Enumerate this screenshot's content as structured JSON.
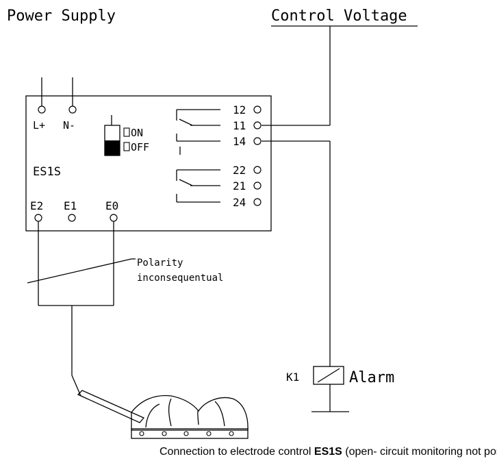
{
  "labels": {
    "power_supply": "Power Supply",
    "control_voltage": "Control Voltage",
    "l_plus": "L+",
    "n_minus": "N-",
    "on": "ON",
    "off": "OFF",
    "device": "ES1S",
    "e2": "E2",
    "e1": "E1",
    "e0": "E0",
    "t12": "12",
    "t11": "11",
    "t14": "14",
    "t22": "22",
    "t21": "21",
    "t24": "24",
    "polarity_line1": "Polarity",
    "polarity_line2": "inconsequentual",
    "k1": "K1",
    "alarm": "Alarm"
  },
  "caption": {
    "prefix": "Connection to electrode control ",
    "bold": "ES1S",
    "suffix": " (open- circuit monitoring not possible)"
  }
}
